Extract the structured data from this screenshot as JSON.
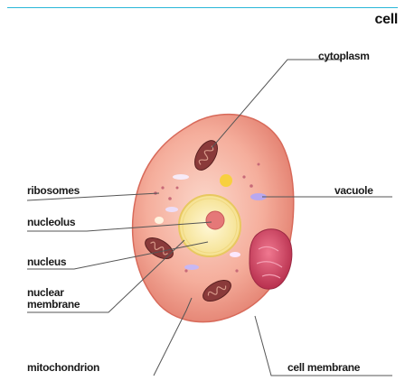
{
  "title": "cell",
  "labels": {
    "cytoplasm": "cytoplasm",
    "ribosomes": "ribosomes",
    "vacuole": "vacuole",
    "nucleolus": "nucleolus",
    "nucleus": "nucleus",
    "nuclear_membrane_line1": "nuclear",
    "nuclear_membrane_line2": "membrane",
    "mitochondrion": "mitochondrion",
    "cell_membrane": "cell membrane"
  },
  "colors": {
    "accent_rule": "#29b6d8",
    "cell_fill": "#f2a090",
    "nucleus_fill": "#fbeeb0",
    "nucleolus_fill": "#e57878",
    "mitochondrion_fill": "#8a3a3a",
    "vacuole_fill": "#d04868",
    "leader_line": "#555555"
  }
}
